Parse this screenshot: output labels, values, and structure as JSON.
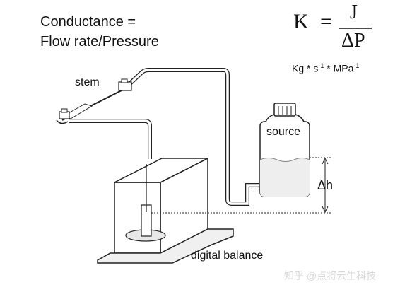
{
  "title": {
    "line1": "Conductance =",
    "line2": "Flow rate/Pressure"
  },
  "formula": {
    "lhs": "K",
    "equals": "=",
    "numerator": "J",
    "denominator": "ΔP"
  },
  "units": {
    "part1": "Kg * s",
    "exp1": "-1",
    "part2": " * MPa",
    "exp2": "-1"
  },
  "labels": {
    "stem": "stem",
    "source": "source",
    "delta_h": "Δh",
    "balance": "digital balance"
  },
  "watermark": "知乎 @点将云生科技"
}
